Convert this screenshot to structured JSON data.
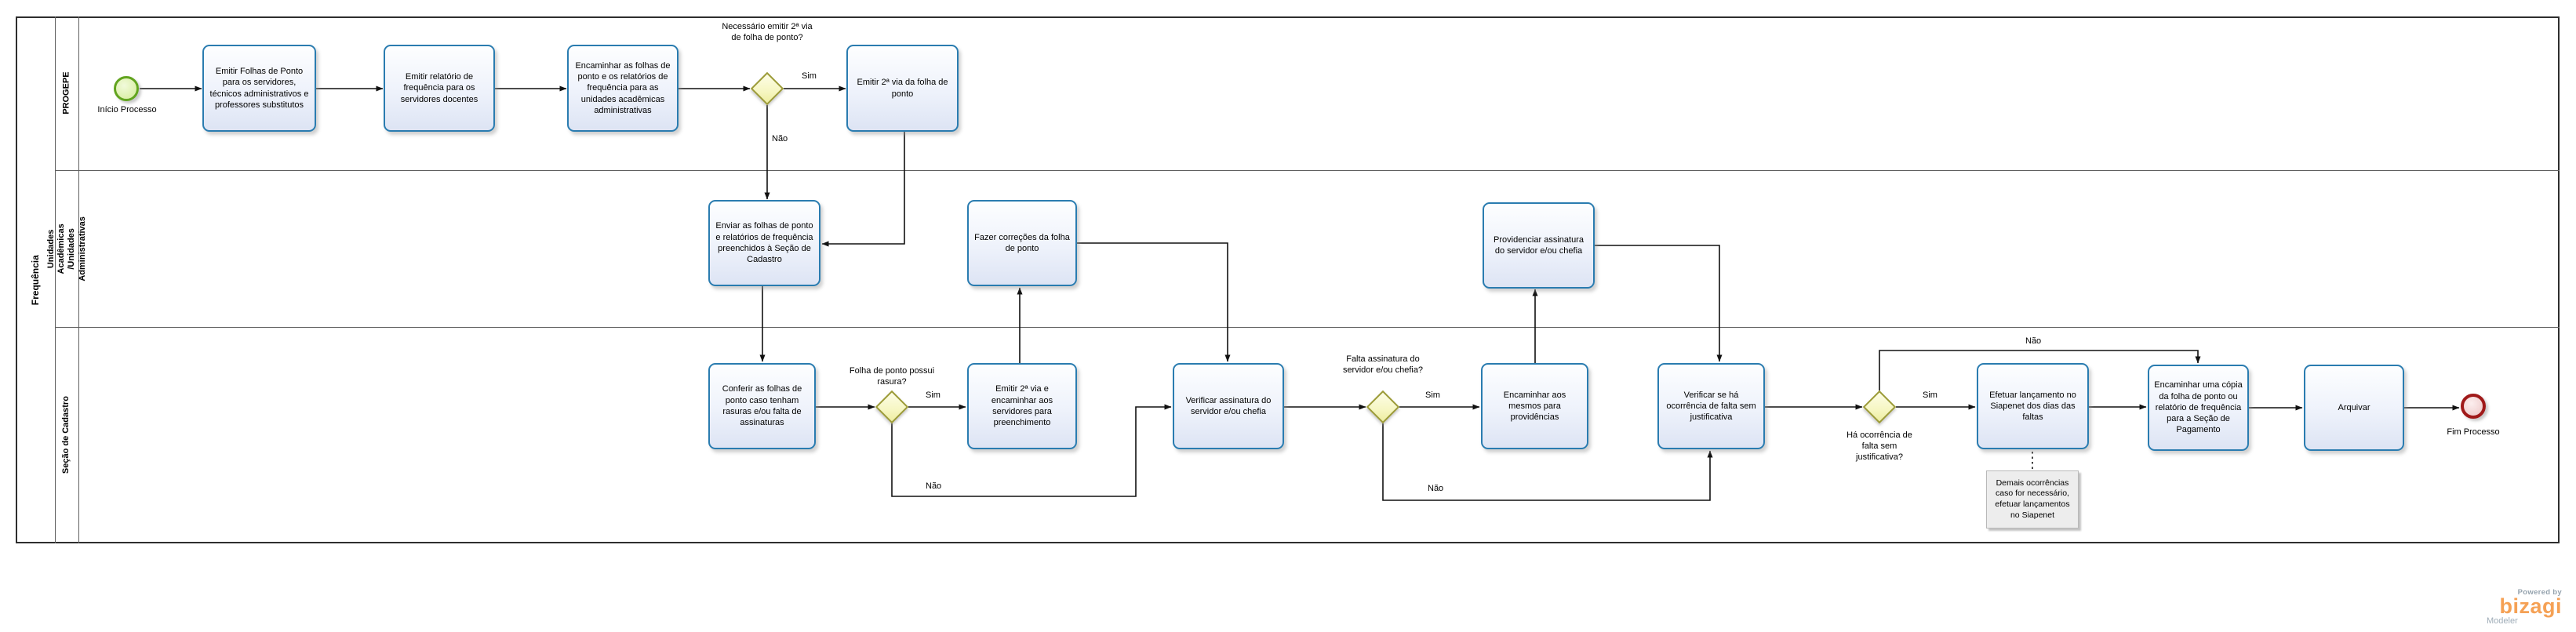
{
  "pool": {
    "label": "Frequência"
  },
  "lanes": [
    {
      "label": "PROGEPE"
    },
    {
      "label": "Unidades Acadêmicas /Unidades Administrativas"
    },
    {
      "label": "Seção de Cadastro"
    }
  ],
  "events": {
    "start": {
      "label": "Início Processo"
    },
    "end": {
      "label": "Fim Processo"
    }
  },
  "tasks": {
    "t1": {
      "label": "Emitir Folhas de Ponto para os servidores, técnicos administrativos e professores substitutos"
    },
    "t2": {
      "label": "Emitir relatório de frequência para os servidores docentes"
    },
    "t3": {
      "label": "Encaminhar as folhas de ponto e os relatórios de frequência para as unidades acadêmicas administrativas"
    },
    "t4": {
      "label": "Emitir 2ª via da folha de ponto"
    },
    "t5": {
      "label": "Enviar as folhas de ponto e relatórios de frequência preenchidos à Seção de Cadastro"
    },
    "t6": {
      "label": "Fazer correções da folha de ponto"
    },
    "t7": {
      "label": "Providenciar assinatura do servidor e/ou chefia"
    },
    "t8": {
      "label": "Conferir as folhas de ponto caso tenham rasuras e/ou falta de assinaturas"
    },
    "t9": {
      "label": "Emitir 2ª via e encaminhar aos servidores para preenchimento"
    },
    "t10": {
      "label": "Verificar assinatura do servidor e/ou chefia"
    },
    "t11": {
      "label": "Encaminhar aos mesmos para providências"
    },
    "t12": {
      "label": "Verificar se há ocorrência de falta sem justificativa"
    },
    "t13": {
      "label": "Efetuar lançamento no Siapenet dos dias das faltas"
    },
    "t14": {
      "label": "Encaminhar uma cópia da folha de ponto ou relatório de frequência para a Seção de Pagamento"
    },
    "t15": {
      "label": "Arquivar"
    }
  },
  "gateways": {
    "g1": {
      "label": "Necessário emitir 2ª via de folha de ponto?"
    },
    "g2": {
      "label": "Folha de ponto possui rasura?"
    },
    "g3": {
      "label": "Falta assinatura do servidor e/ou chefia?"
    },
    "g4": {
      "label": "Há ocorrência de falta sem justificativa?"
    }
  },
  "edge_labels": {
    "g1_sim": "Sim",
    "g1_nao": "Não",
    "g2_sim": "Sim",
    "g2_nao": "Não",
    "g3_sim": "Sim",
    "g3_nao": "Não",
    "g4_sim": "Sim",
    "g4_nao": "Não"
  },
  "annotation": {
    "text": "Demais ocorrências caso for necessário, efetuar lançamentos no Siapenet"
  },
  "branding": {
    "powered_by": "Powered by",
    "name": "bizagi",
    "product": "Modeler"
  },
  "colors": {
    "task_border": "#2a7cb0",
    "gateway_border": "#9c9b37",
    "start_border": "#62a41f",
    "end_border": "#a01a1a",
    "flow_line": "#111111",
    "logo_orange": "#f5a155"
  }
}
